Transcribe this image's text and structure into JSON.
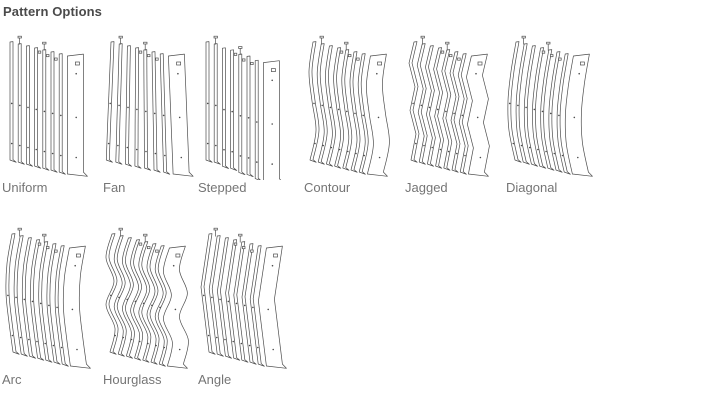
{
  "panel": {
    "title": "Pattern Options"
  },
  "patterns": [
    {
      "id": "uniform",
      "label": "Uniform"
    },
    {
      "id": "fan",
      "label": "Fan"
    },
    {
      "id": "stepped",
      "label": "Stepped"
    },
    {
      "id": "contour",
      "label": "Contour"
    },
    {
      "id": "jagged",
      "label": "Jagged"
    },
    {
      "id": "diagonal",
      "label": "Diagonal"
    },
    {
      "id": "arc",
      "label": "Arc"
    },
    {
      "id": "hourglass",
      "label": "Hourglass"
    },
    {
      "id": "angle",
      "label": "Angle"
    }
  ],
  "colors": {
    "line": "#4d4d4d",
    "label": "#757575",
    "title": "#4a4a4a",
    "background": "#ffffff"
  }
}
